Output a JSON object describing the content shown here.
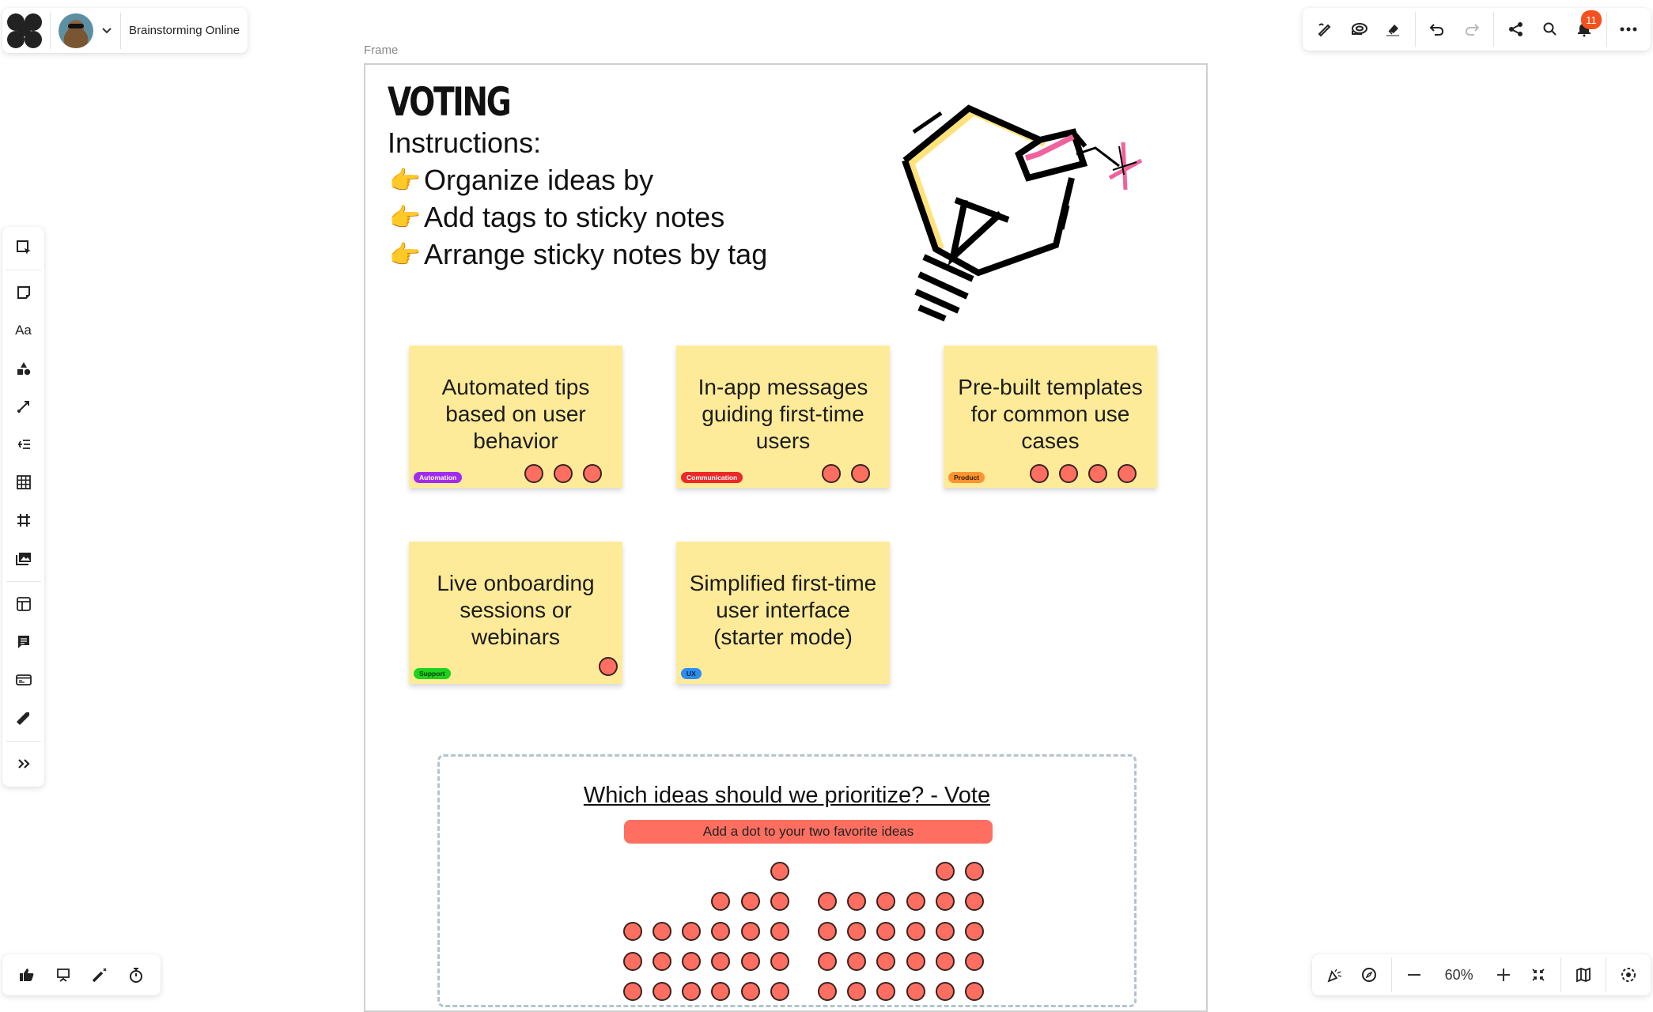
{
  "header": {
    "board_title": "Brainstorming Online",
    "avatar_alt": "user-avatar"
  },
  "toolbar_top": {
    "buttons": [
      "pen-tool",
      "lasso-tool",
      "eraser-tool",
      "undo",
      "redo",
      "share",
      "search",
      "notifications",
      "more"
    ],
    "notification_count": "11",
    "badge_color": "#f4511e"
  },
  "sidebar": {
    "items": [
      {
        "name": "select-tool",
        "label": ""
      },
      {
        "name": "sticky-note-tool",
        "label": ""
      },
      {
        "name": "text-tool",
        "label": "Aa"
      },
      {
        "name": "shapes-tool",
        "label": ""
      },
      {
        "name": "connector-tool",
        "label": ""
      },
      {
        "name": "mindmap-tool",
        "label": ""
      },
      {
        "name": "table-tool",
        "label": ""
      },
      {
        "name": "frame-tool",
        "label": ""
      },
      {
        "name": "media-tool",
        "label": ""
      },
      {
        "name": "templates-tool",
        "label": ""
      },
      {
        "name": "comment-tool",
        "label": ""
      },
      {
        "name": "card-tool",
        "label": ""
      },
      {
        "name": "jira-tool",
        "label": ""
      },
      {
        "name": "more-tools",
        "label": "»"
      }
    ]
  },
  "bottom_left": {
    "buttons": [
      "vote",
      "presentation",
      "magic-wand",
      "timer"
    ]
  },
  "bottom_right": {
    "zoom_level": "60%",
    "buttons": [
      "celebrate",
      "navigate",
      "zoom-out",
      "zoom-in",
      "fit-to-screen",
      "minimap",
      "focus"
    ]
  },
  "canvas": {
    "frame_label": "Frame",
    "title": "VOTING",
    "instructions_heading": "Instructions:",
    "instructions": [
      "Organize ideas by",
      "Add tags to sticky notes",
      "Arrange sticky notes by tag"
    ],
    "instruction_icon": "👉",
    "sticky_color": "#feeb99",
    "dot_color": "#fe6f61",
    "stickies": [
      {
        "text": "Automated tips based on user behavior",
        "tag": "Automation",
        "tag_color": "#a12bf0",
        "votes": 3
      },
      {
        "text": "In-app messages guiding first-time users",
        "tag": "Communication",
        "tag_color": "#ee2828",
        "votes": 2
      },
      {
        "text": "Pre-built templates for common use cases",
        "tag": "Product",
        "tag_color": "#fb9431",
        "votes": 4
      },
      {
        "text": "Live onboarding sessions or webinars",
        "tag": "Support",
        "tag_color": "#1ed21e",
        "votes": 1
      },
      {
        "text": "Simplified first-time user interface (starter mode)",
        "tag": "UX",
        "tag_color": "#2d8cf0",
        "votes": 0
      }
    ],
    "vote_section": {
      "title": "Which ideas should we prioritize? - Vote",
      "instruction": "Add a dot to your two favorite ideas",
      "dot_pool_left_column_heights": [
        3,
        3,
        3,
        4,
        4,
        5
      ],
      "dot_pool_right_column_heights": [
        4,
        4,
        4,
        4,
        5,
        5
      ]
    }
  }
}
